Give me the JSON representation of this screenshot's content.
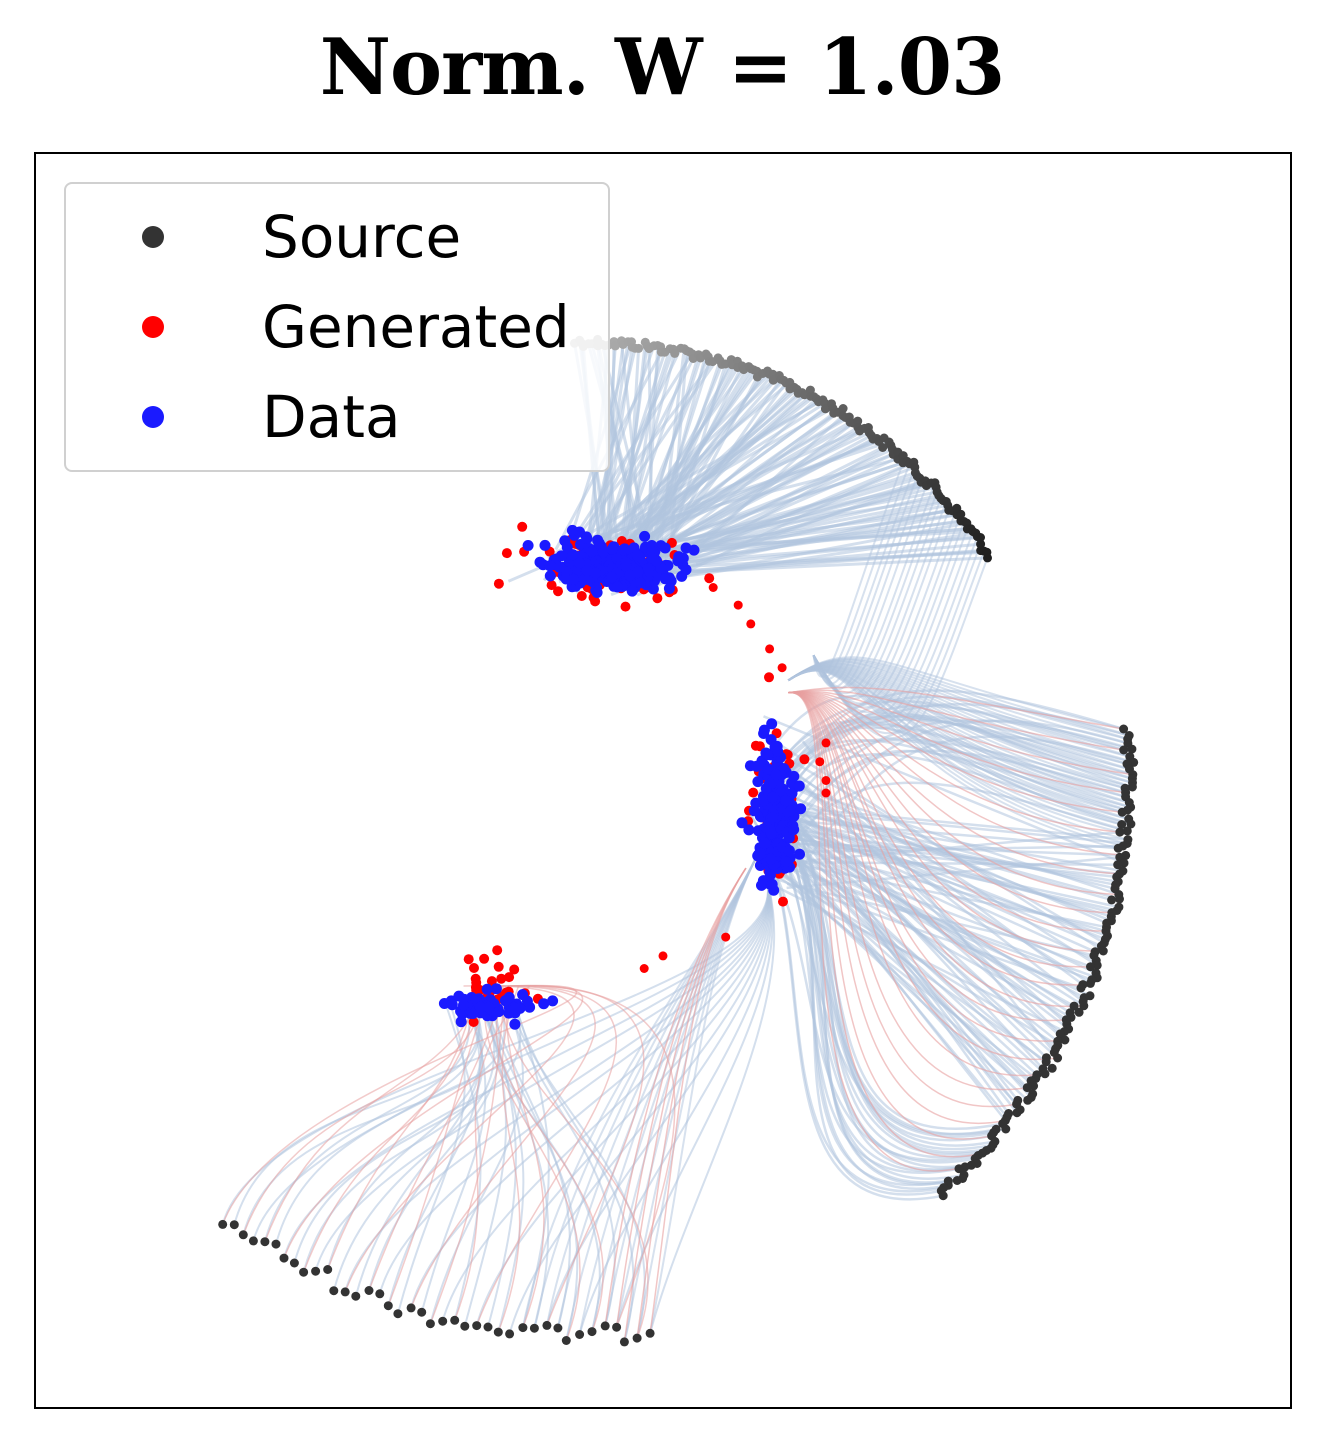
{
  "title": "Norm. W = 1.03",
  "chart_data": {
    "type": "scatter",
    "title": "Norm. W = 1.03",
    "xlabel": "",
    "ylabel": "",
    "axes_ticks": "none",
    "legend_position": "upper-left",
    "legend": [
      {
        "label": "Source",
        "color": "#333333"
      },
      {
        "label": "Generated",
        "color": "#ff0000"
      },
      {
        "label": "Data",
        "color": "#1a1aff"
      }
    ],
    "trajectory_colors": {
      "data_paths": "#b0c4de",
      "generated_paths": "#e8a0a0"
    },
    "clusters": [
      {
        "series": "Data",
        "center": [
          0.46,
          0.67
        ],
        "count": 300
      },
      {
        "series": "Data",
        "center": [
          0.59,
          0.47
        ],
        "count": 250
      },
      {
        "series": "Data",
        "center": [
          0.36,
          0.32
        ],
        "count": 60
      },
      {
        "series": "Source",
        "arc": "upper",
        "from": [
          0.43,
          0.85
        ],
        "to": [
          0.76,
          0.68
        ]
      },
      {
        "series": "Source",
        "arc": "right",
        "from": [
          0.87,
          0.54
        ],
        "to": [
          0.72,
          0.17
        ]
      },
      {
        "series": "Source",
        "arc": "lower-left",
        "from": [
          0.15,
          0.15
        ],
        "to": [
          0.49,
          0.06
        ]
      }
    ]
  }
}
